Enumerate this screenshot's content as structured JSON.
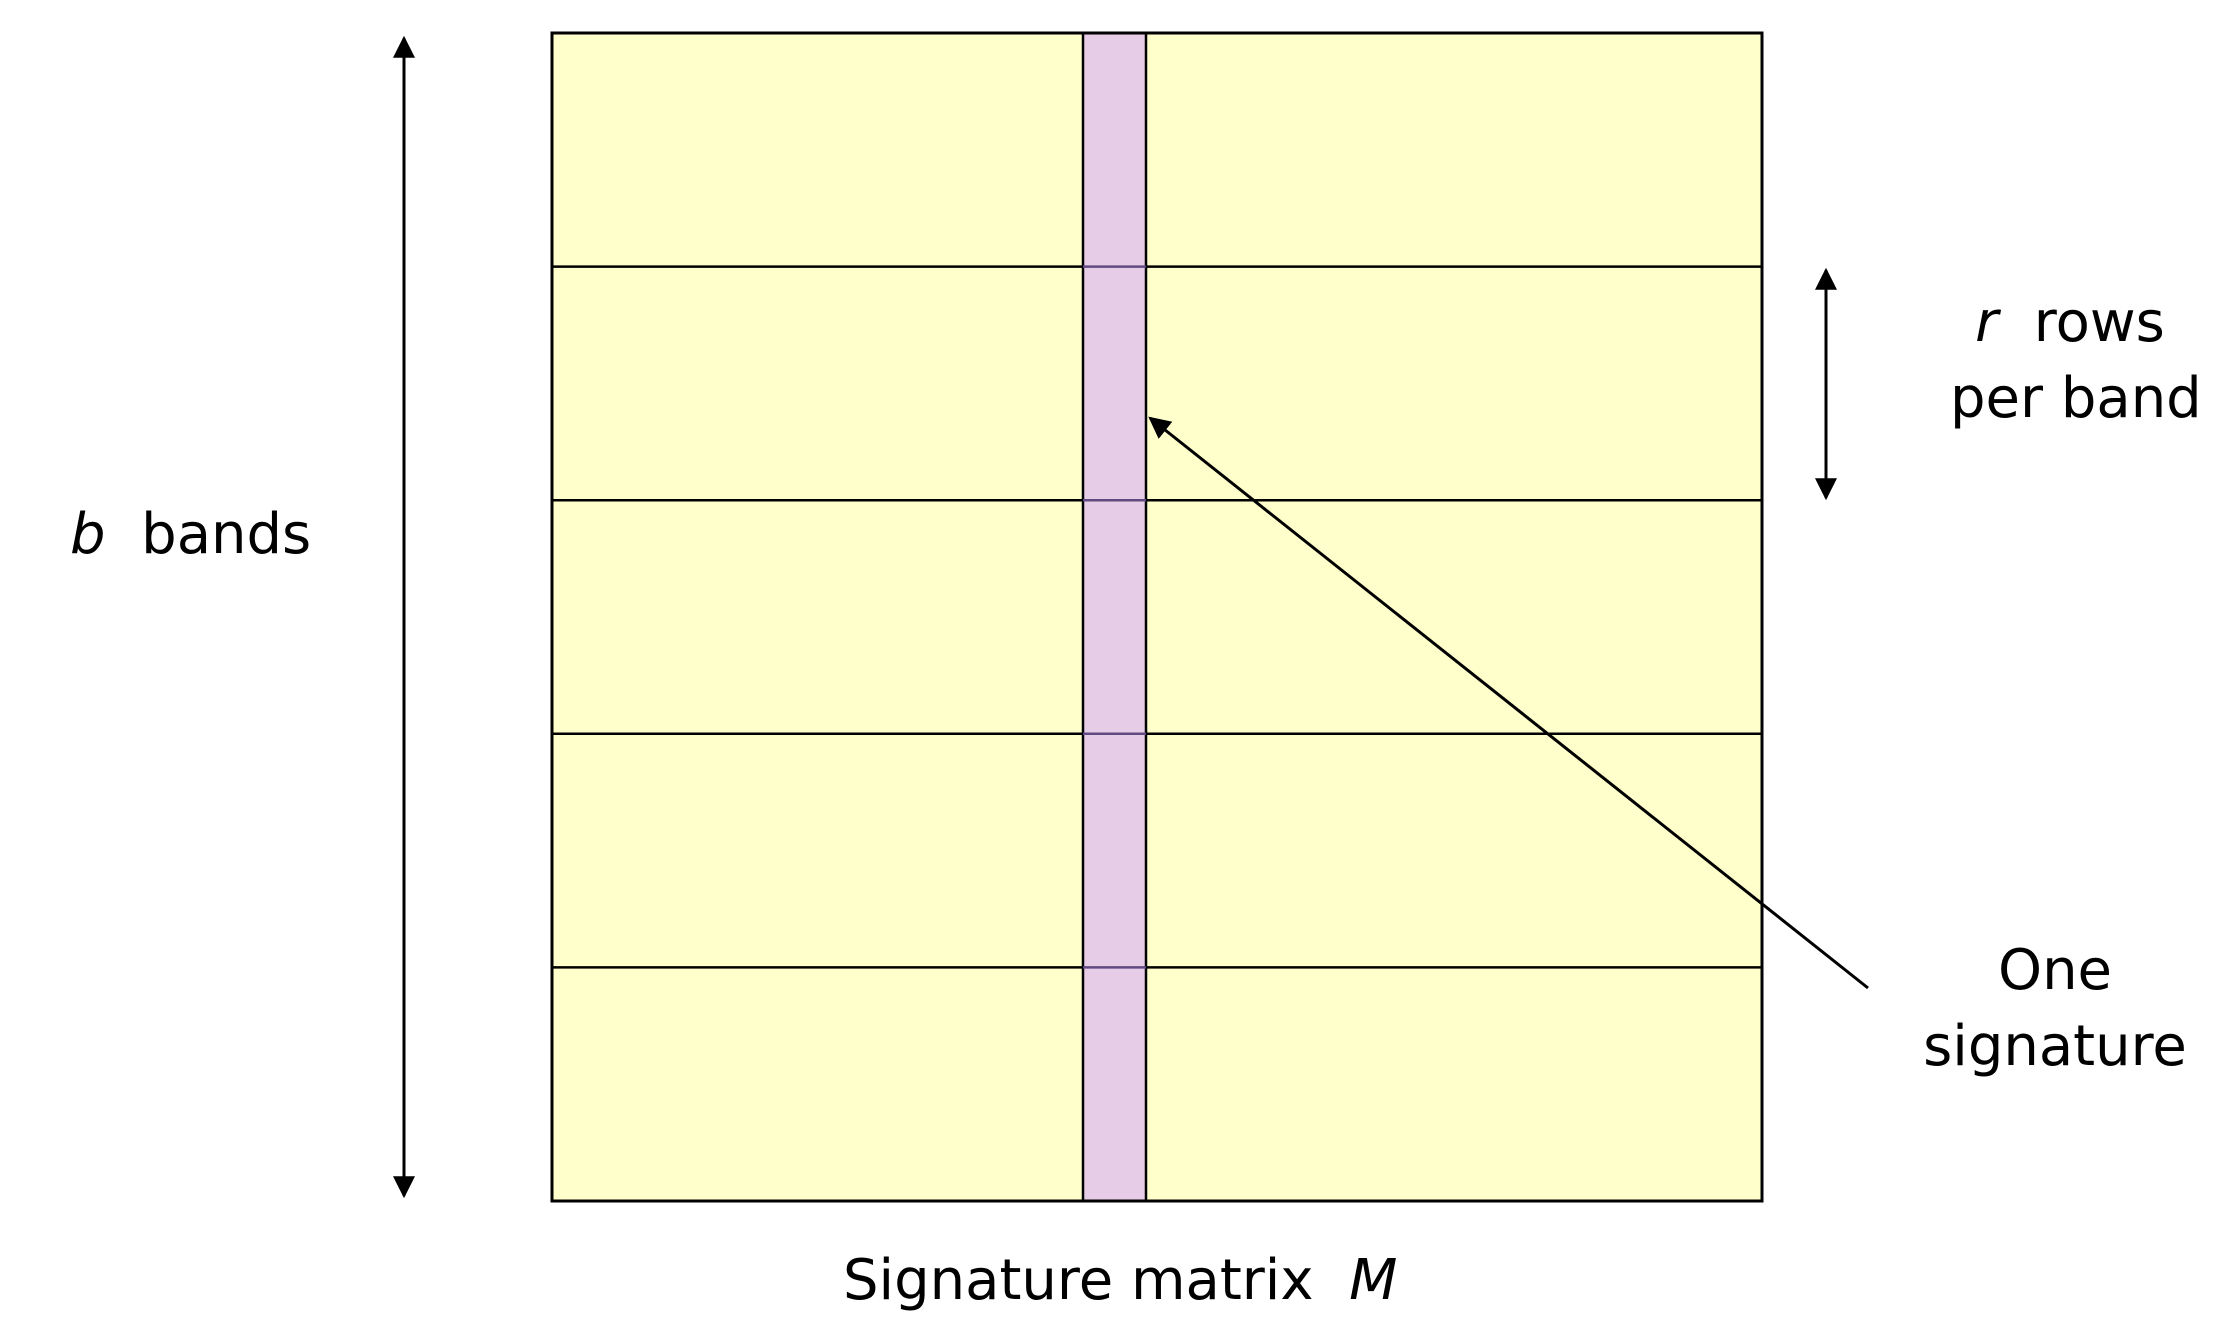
{
  "colors": {
    "band_fill": "#ffffcc",
    "signature_fill": "#e6cce6",
    "stroke": "#000000",
    "signature_grid_stroke": "#604a80"
  },
  "matrix": {
    "band_count": 5
  },
  "labels": {
    "bands_var": "b",
    "bands_text": "bands",
    "rows_var": "r",
    "rows_text": "rows",
    "rows_line2": "per band",
    "signature_line1": "One",
    "signature_line2": "signature",
    "matrix_text": "Signature matrix",
    "matrix_var": "M"
  }
}
